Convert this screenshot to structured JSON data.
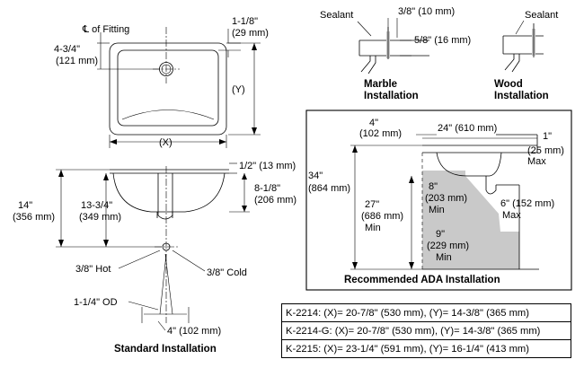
{
  "top_view": {
    "cl_fitting": "℄ of Fitting",
    "rim_dim": "1-1/8\"",
    "rim_dim_mm": "(29 mm)",
    "drain_offset": "4-3/4\"",
    "drain_offset_mm": "(121 mm)",
    "y_label": "(Y)",
    "x_label": "(X)"
  },
  "section_view": {
    "dim_half": "1/2\" (13 mm)",
    "dim_depth": "8-1/8\"",
    "dim_depth_mm": "(206 mm)",
    "dim_14": "14\"",
    "dim_14_mm": "(356 mm)",
    "dim_13": "13-3/4\"",
    "dim_13_mm": "(349 mm)",
    "hot": "3/8\" Hot",
    "cold": "3/8\" Cold",
    "od": "1-1/4\" OD",
    "dim_4": "4\" (102 mm)",
    "caption": "Standard Installation"
  },
  "marble": {
    "sealant": "Sealant",
    "dim_a": "3/8\" (10 mm)",
    "dim_b": "5/8\" (16 mm)",
    "caption_1": "Marble",
    "caption_2": "Installation"
  },
  "wood": {
    "sealant": "Sealant",
    "caption_1": "Wood",
    "caption_2": "Installation"
  },
  "ada": {
    "dim_4": "4\"",
    "dim_4_mm": "(102 mm)",
    "dim_24": "24\" (610 mm)",
    "dim_1": "1\"",
    "dim_1_mm": "(25 mm)",
    "dim_1_max": "Max",
    "dim_34": "34\"",
    "dim_34_mm": "(864 mm)",
    "dim_27": "27\"",
    "dim_27_mm": "(686 mm)",
    "dim_27_min": "Min",
    "dim_8": "8\"",
    "dim_8_mm": "(203 mm)",
    "dim_8_min": "Min",
    "dim_6": "6\" (152 mm)",
    "dim_6_max": "Max",
    "dim_9": "9\"",
    "dim_9_mm": "(229 mm)",
    "dim_9_min": "Min",
    "caption": "Recommended ADA Installation"
  },
  "models": [
    {
      "text": "K-2214: (X)= 20-7/8\" (530 mm), (Y)= 14-3/8\" (365 mm)"
    },
    {
      "text": "K-2214-G: (X)= 20-7/8\" (530 mm), (Y)= 14-3/8\" (365 mm)"
    },
    {
      "text": "K-2215: (X)= 23-1/4\" (591 mm), (Y)= 16-1/4\" (413 mm)"
    }
  ]
}
